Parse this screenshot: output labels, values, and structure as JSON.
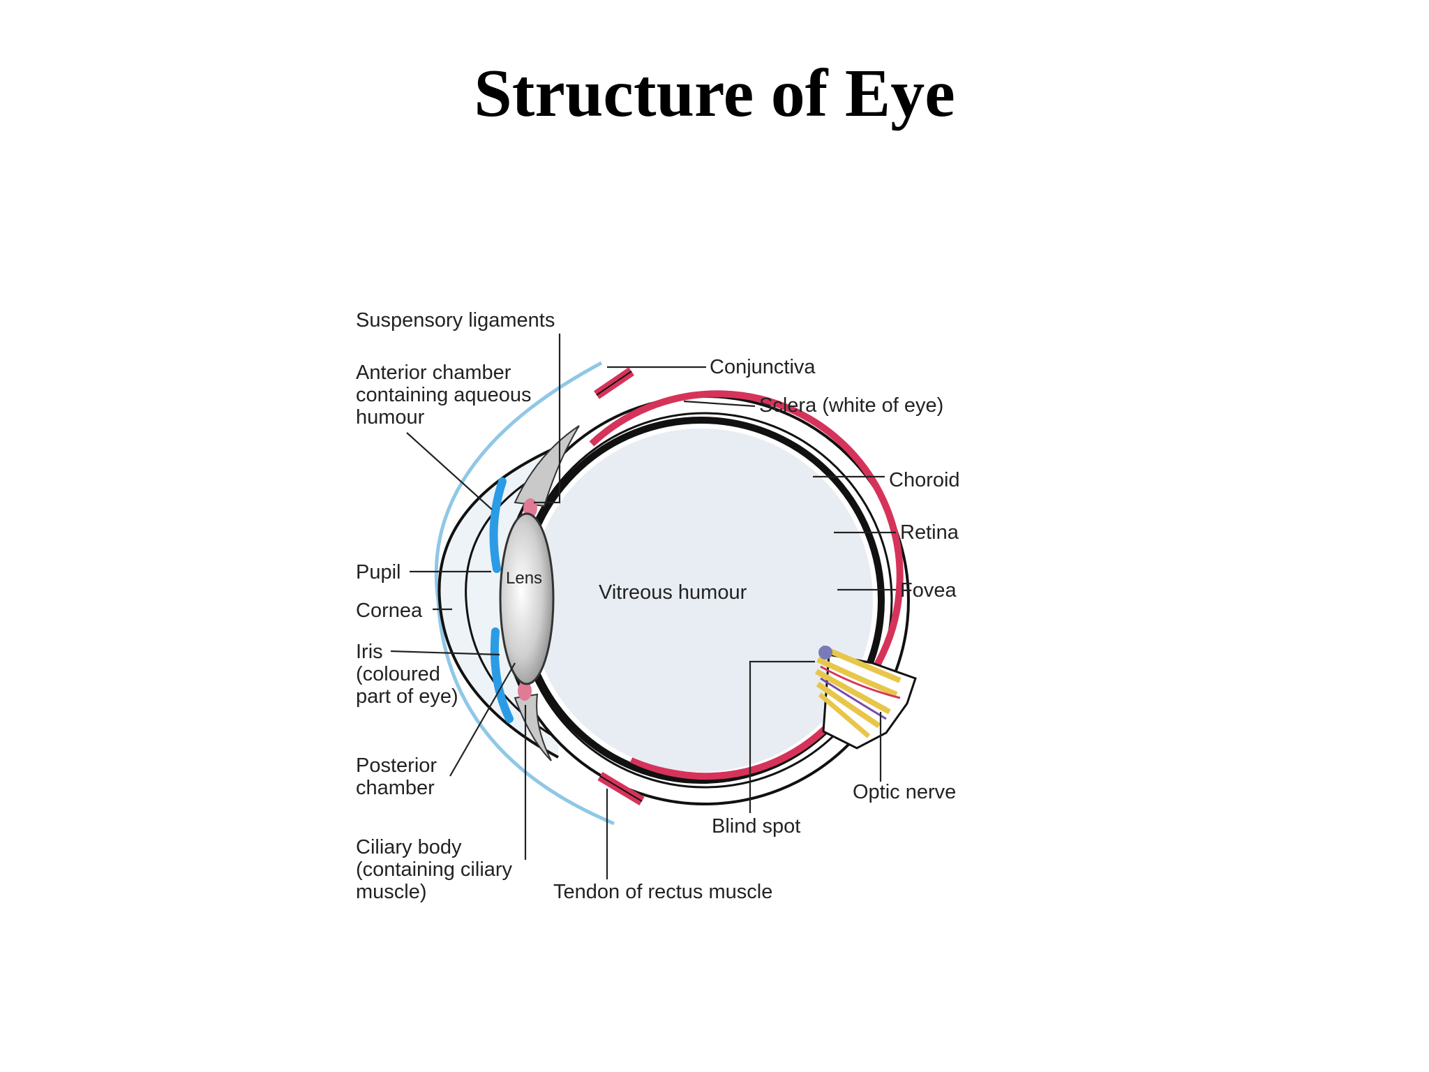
{
  "title": "Structure of Eye",
  "labels": {
    "suspensory_ligaments": "Suspensory ligaments",
    "anterior_chamber": [
      "Anterior chamber",
      "containing aqueous",
      "humour"
    ],
    "conjunctiva": "Conjunctiva",
    "sclera": "Sclera (white of eye)",
    "choroid": "Choroid",
    "retina": "Retina",
    "fovea": "Fovea",
    "pupil": "Pupil",
    "cornea": "Cornea",
    "iris": [
      "Iris",
      "(coloured",
      "part of eye)"
    ],
    "lens": "Lens",
    "vitreous_humour": "Vitreous humour",
    "posterior_chamber": [
      "Posterior",
      "chamber"
    ],
    "optic_nerve": "Optic nerve",
    "blind_spot": "Blind spot",
    "ciliary_body": [
      "Ciliary body",
      "(containing ciliary",
      "muscle)"
    ],
    "tendon": "Tendon of rectus muscle"
  },
  "colors": {
    "retina": "#d6335a",
    "iris": "#2b9be6",
    "conjunctiva": "#8fc7e6",
    "vitreous": "#e8edf3",
    "choroid": "#111111",
    "optic_nerve": "#e8c64a"
  }
}
